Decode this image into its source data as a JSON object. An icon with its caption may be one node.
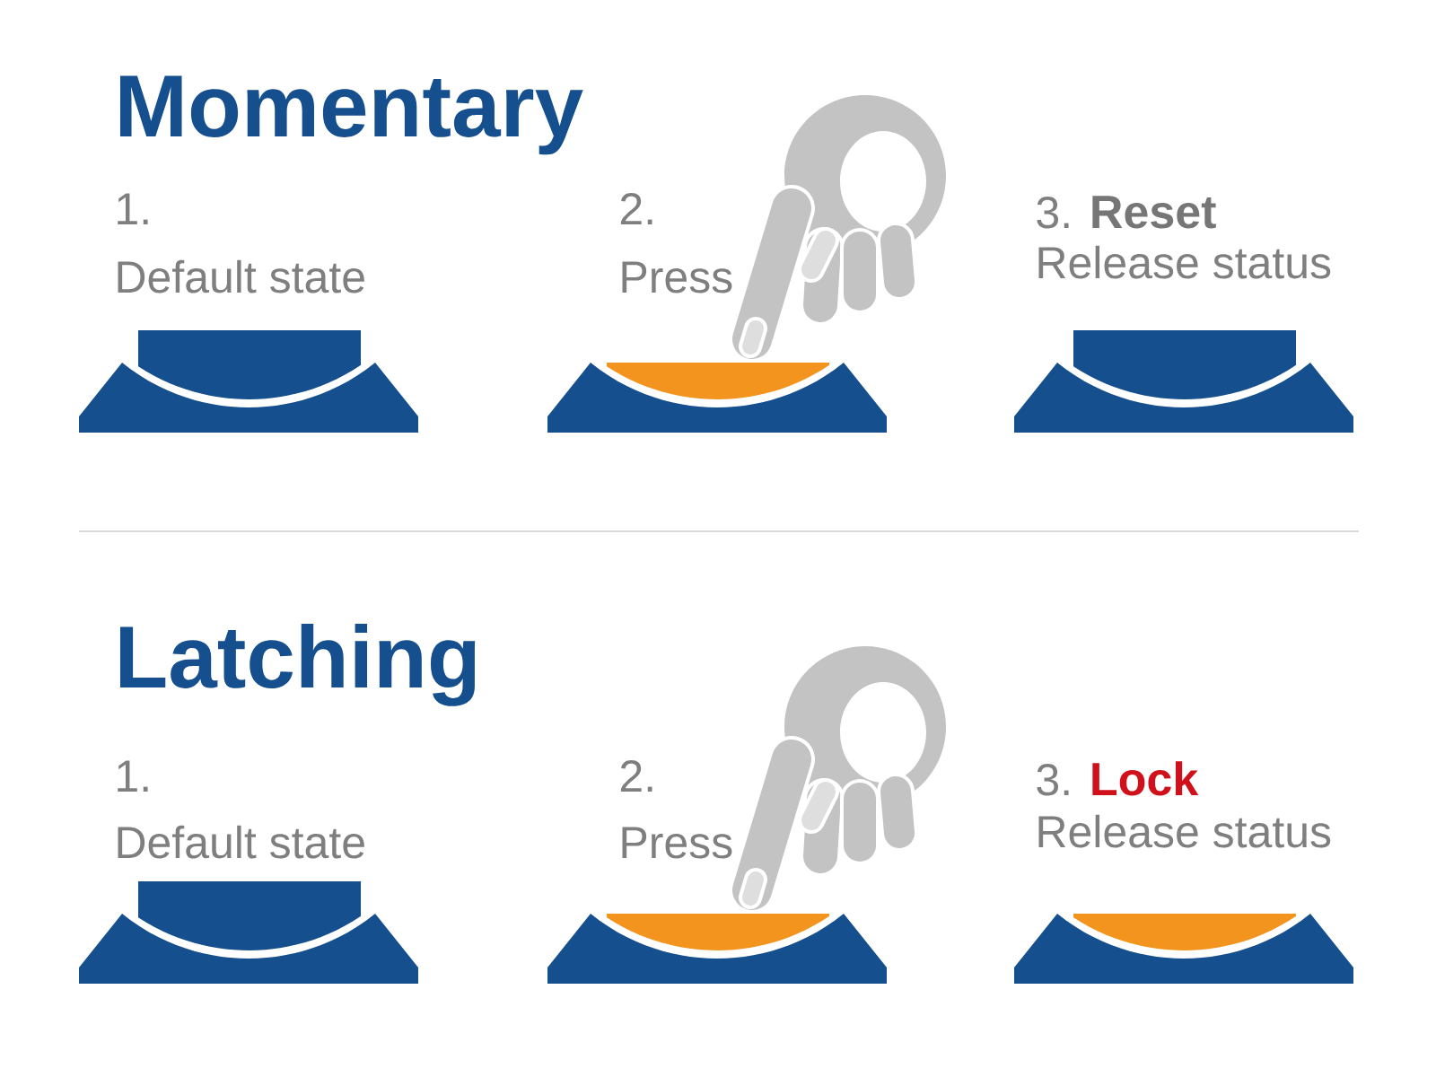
{
  "diagram": {
    "labels": [
      "Momentary",
      "1.",
      "Default state",
      "2.",
      "Press",
      "3.",
      "Reset",
      "Release status",
      "Latching",
      "1.",
      "Default state",
      "2.",
      "Press",
      "3.",
      "Lock",
      "Release status"
    ]
  }
}
